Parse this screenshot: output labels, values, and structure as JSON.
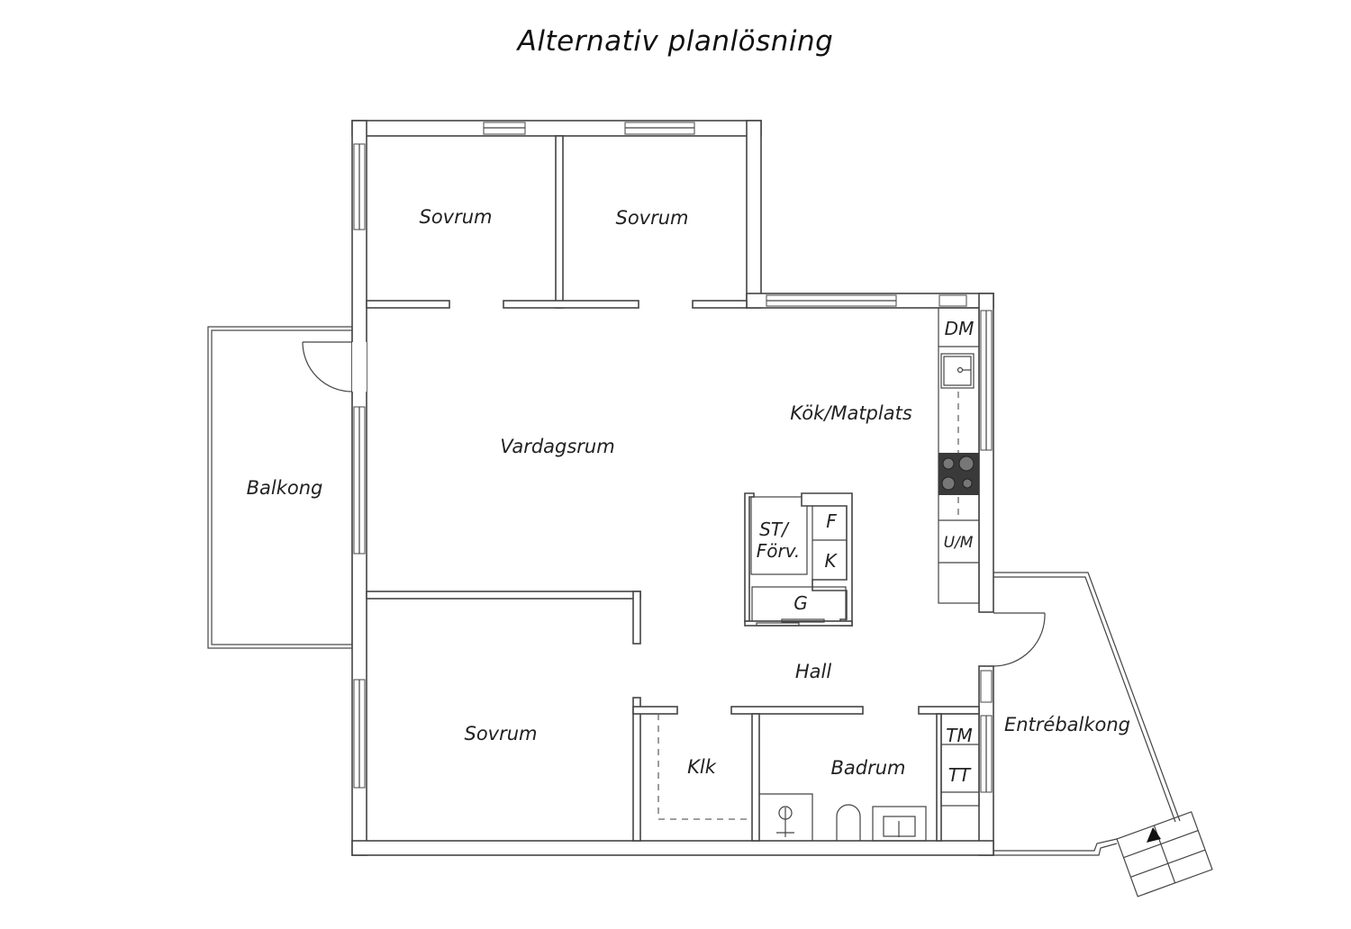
{
  "title": "Alternativ planlösning",
  "rooms": {
    "bedroom_1": "Sovrum",
    "bedroom_2": "Sovrum",
    "bedroom_3": "Sovrum",
    "living_room": "Vardagsrum",
    "balcony": "Balkong",
    "kitchen": "Kök/Matplats",
    "dishwasher": "DM",
    "oven_micro": "U/M",
    "storage_line1": "ST/",
    "storage_line2": "Förv.",
    "freezer": "F",
    "fridge": "K",
    "wardrobe": "G",
    "hall": "Hall",
    "closet": "Klk",
    "bathroom": "Badrum",
    "washer": "TM",
    "dryer": "TT",
    "entrance_balcony": "Entrébalkong"
  }
}
